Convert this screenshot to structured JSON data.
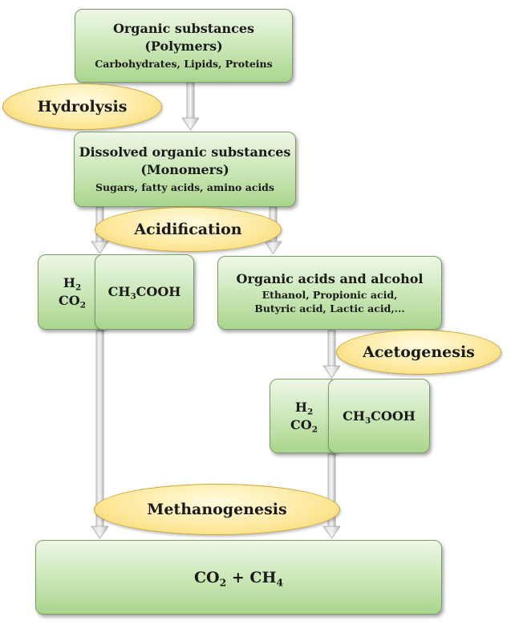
{
  "nodes": {
    "polymers": {
      "title_line1": "Organic substances",
      "title_line2": "(Polymers)",
      "detail": "Carbohydrates,  Lipids,  Proteins"
    },
    "monomers": {
      "title_line1": "Dissolved organic substances",
      "title_line2": "(Monomers)",
      "detail": "Sugars,  fatty acids,  amino acids"
    },
    "h2co2_left": {
      "h": "H",
      "h_sub": "2",
      "co": "CO",
      "co_sub": "2"
    },
    "acetic_left": {
      "pre": "CH",
      "sub": "3",
      "post": "COOH"
    },
    "organic_acids": {
      "title": "Organic acids and alcohol",
      "line1": "Ethanol,  Propionic  acid,",
      "line2": "Butyric  acid,  Lactic acid,..."
    },
    "h2co2_right": {
      "h": "H",
      "h_sub": "2",
      "co": "CO",
      "co_sub": "2"
    },
    "acetic_right": {
      "pre": "CH",
      "sub": "3",
      "post": "COOH"
    },
    "final": {
      "co": "CO",
      "co_sub": "2",
      "mid": " + CH",
      "ch_sub": "4"
    }
  },
  "stages": {
    "hydrolysis": "Hydrolysis",
    "acidification": "Acidification",
    "acetogenesis": "Acetogenesis",
    "methanogenesis": "Methanogenesis"
  },
  "colors": {
    "box_fill": "#c8e6b4",
    "box_border": "#7a9a6a",
    "stage_fill": "#fde89b",
    "stage_border": "#c9a63a",
    "arrow": "#c8c8c8"
  }
}
